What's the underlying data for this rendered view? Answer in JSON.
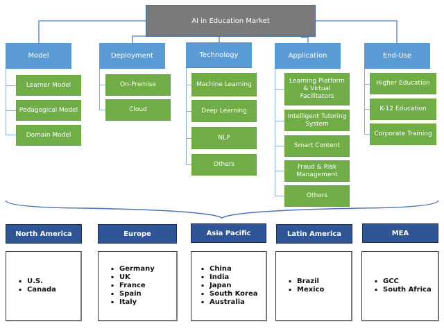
{
  "title": "AI in Education Market",
  "colors": {
    "root": "#7a7a7a",
    "category": "#5b9bd5",
    "leaf": "#70ad47",
    "region": "#2f5597",
    "connector": "#8eaadb"
  },
  "segments": [
    {
      "label": "Model",
      "items": [
        "Learner Model",
        "Pedagogical Model",
        "Domain Model"
      ]
    },
    {
      "label": "Deployment",
      "items": [
        "On-Premise",
        "Cloud"
      ]
    },
    {
      "label": "Technology",
      "items": [
        "Machine Learning",
        "Deep Learning",
        "NLP",
        "Others"
      ]
    },
    {
      "label": "Application",
      "items": [
        "Learning Platform & Virtual Facilitators",
        "Intelligent Tutoring System",
        "Smart Content",
        "Fraud & Risk Management",
        "Others"
      ]
    },
    {
      "label": "End-Use",
      "items": [
        "Higher Education",
        "K-12 Education",
        "Corporate Training"
      ]
    }
  ],
  "regions": [
    {
      "label": "North America",
      "countries": [
        "U.S.",
        "Canada"
      ]
    },
    {
      "label": "Europe",
      "countries": [
        "Germany",
        "UK",
        "France",
        "Spain",
        "Italy"
      ]
    },
    {
      "label": "Asia Pacific",
      "countries": [
        "China",
        "India",
        "Japan",
        "South Korea",
        "Australia"
      ]
    },
    {
      "label": "Latin America",
      "countries": [
        "Brazil",
        "Mexico"
      ]
    },
    {
      "label": "MEA",
      "countries": [
        "GCC",
        "South Africa"
      ]
    }
  ]
}
